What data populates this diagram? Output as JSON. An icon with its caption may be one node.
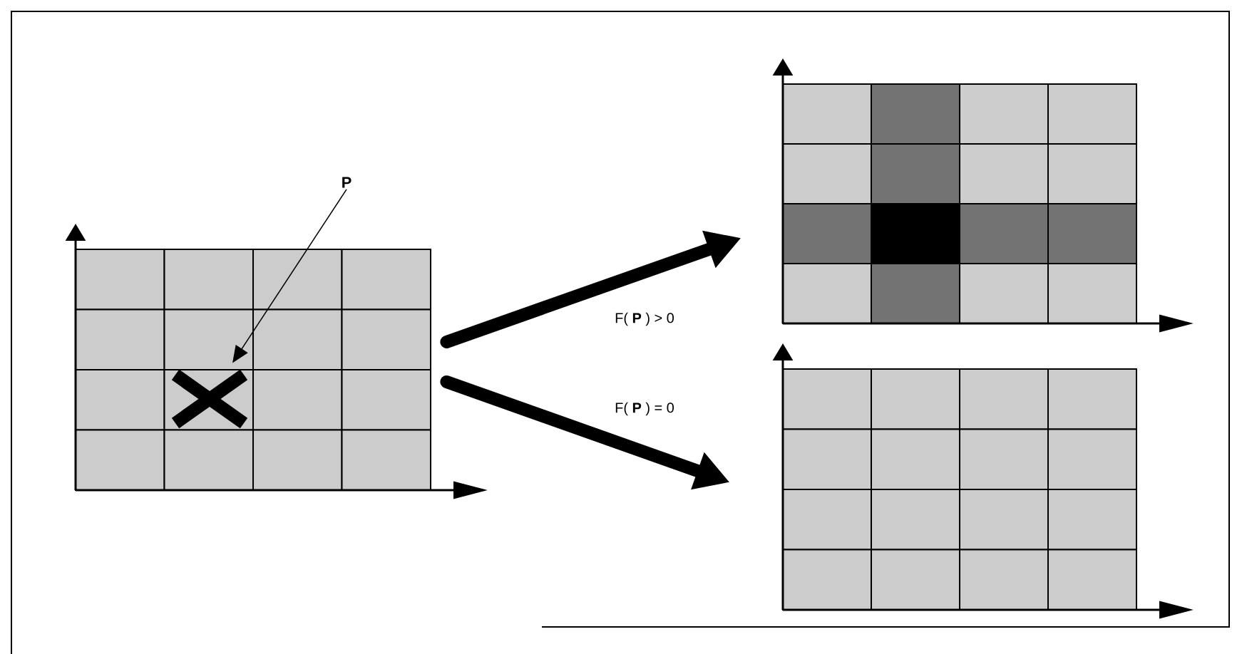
{
  "diagram": {
    "nodes": [
      {
        "text": [
          "P"
        ]
      },
      {
        "text": [],
        "shape": "grid"
      },
      {
        "text": [],
        "shape": "cross",
        "in": 1
      },
      {
        "text": [],
        "shape": "grid"
      },
      {
        "text": [],
        "shape": "grid"
      }
    ],
    "edges": [
      {
        "from": 0,
        "to": 2,
        "arrow": "to"
      },
      {
        "from": 1,
        "to": 3,
        "arrow": "to",
        "label": "F( **P** ) > 0"
      },
      {
        "from": 1,
        "to": 4,
        "arrow": "to",
        "label": "F( **P** ) = 0"
      }
    ]
  }
}
